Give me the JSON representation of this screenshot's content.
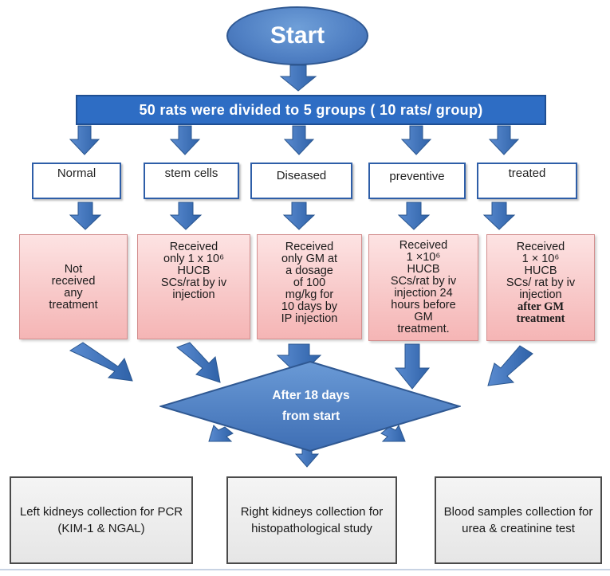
{
  "start": {
    "label": "Start"
  },
  "banner": {
    "text": "50 rats were divided to  5 groups ( 10 rats/ group)"
  },
  "groups": [
    {
      "name": "Normal",
      "treatment_lines": [
        "Not",
        "received",
        "any",
        "treatment"
      ]
    },
    {
      "name": "stem cells",
      "treatment_lines": [
        "Received",
        "only 1 x 10⁶",
        "HUCB",
        "SCs/rat by iv",
        "injection"
      ]
    },
    {
      "name": "Diseased",
      "treatment_lines": [
        "Received",
        "only GM at",
        "a dosage",
        "of 100",
        "mg/kg for",
        "10 days by",
        "IP injection"
      ]
    },
    {
      "name": "preventive",
      "treatment_lines": [
        "Received",
        "1 ×10⁶",
        "HUCB",
        "SCs/rat by iv",
        "injection 24",
        "hours before",
        "GM",
        "treatment."
      ]
    },
    {
      "name": "treated",
      "treatment_lines": [
        "Received",
        "1 × 10⁶",
        "HUCB",
        "SCs/ rat by iv",
        "injection",
        "after GM",
        "treatment"
      ]
    }
  ],
  "decision": {
    "line1": "After 18 days",
    "line2": "from start"
  },
  "results": [
    {
      "text": "Left kidneys collection for PCR (KIM-1 & NGAL)"
    },
    {
      "text": "Right kidneys collection for histopathological study"
    },
    {
      "text": "Blood samples collection for urea & creatinine test"
    }
  ],
  "colors": {
    "arrow_fill": "#3e72b8",
    "arrow_stroke": "#2a568f",
    "banner": "#2e6dc4",
    "treatment_box": "#f8c9c9",
    "diamond": "#4f7fc3"
  }
}
